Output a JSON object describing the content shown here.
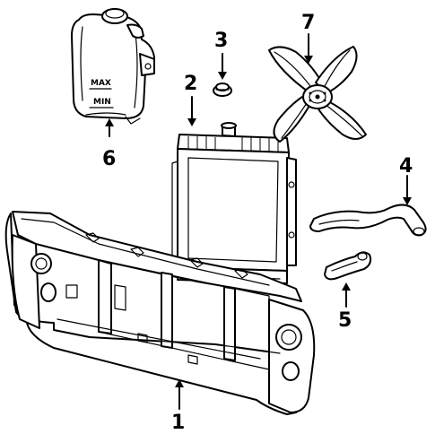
{
  "callouts": [
    {
      "label": "1",
      "part": "radiator-support"
    },
    {
      "label": "2",
      "part": "radiator"
    },
    {
      "label": "3",
      "part": "radiator-cap"
    },
    {
      "label": "4",
      "part": "upper-hose"
    },
    {
      "label": "5",
      "part": "lower-hose"
    },
    {
      "label": "6",
      "part": "recovery-tank"
    },
    {
      "label": "7",
      "part": "fan-clutch-blade"
    }
  ],
  "tank": {
    "max_label": "MAX",
    "min_label": "MIN"
  }
}
